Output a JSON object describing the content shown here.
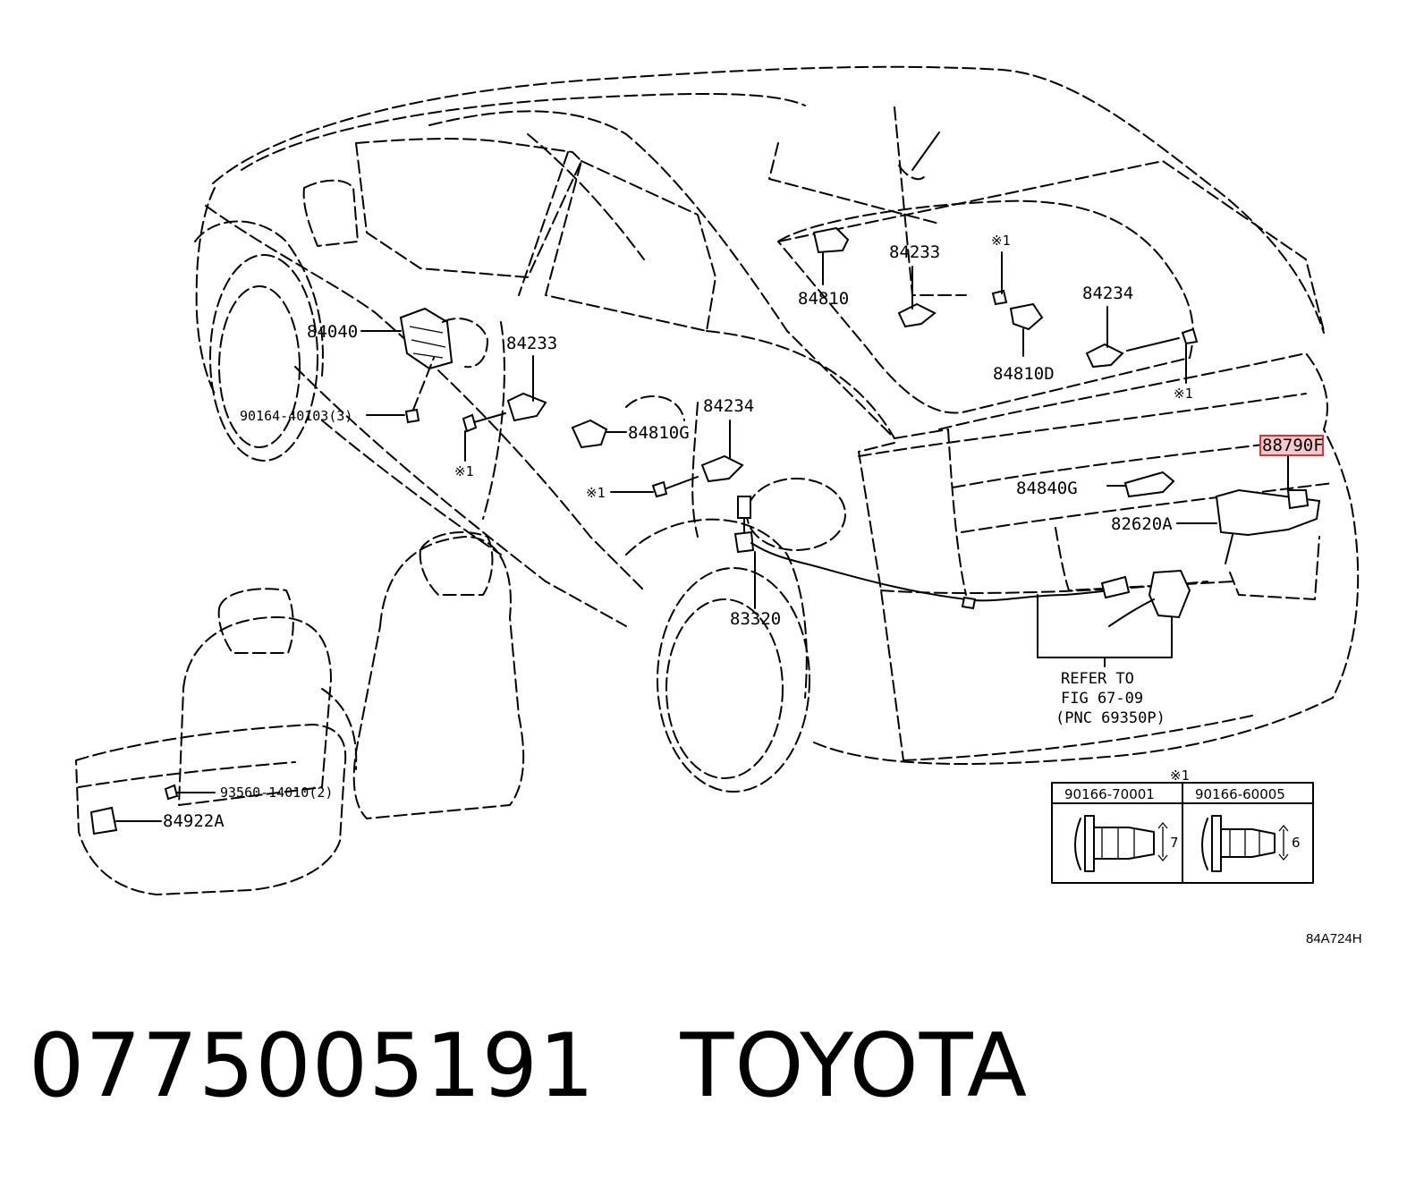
{
  "diagram": {
    "labels": {
      "p84040": "84040",
      "p90164": "90164-40103(3)",
      "p84233_left": "84233",
      "p84810g": "84810G",
      "p84234_mid": "84234",
      "ast_left_a": "※1",
      "ast_left_b": "※1",
      "p84810": "84810",
      "p84233_top": "84233",
      "ast_top": "※1",
      "p84234_top": "84234",
      "p84810d": "84810D",
      "ast_right": "※1",
      "p88790f": "88790F",
      "p84840g": "84840G",
      "p82620a": "82620A",
      "p83320": "83320",
      "refer_line1": "REFER TO",
      "refer_line2": "FIG 67-09",
      "refer_line3": "(PNC 69350P)",
      "p93560": "93560-14010(2)",
      "p84922a": "84922A"
    },
    "fastener_table": {
      "marker": "※1",
      "columns": [
        {
          "part": "90166-70001",
          "dimension": "7"
        },
        {
          "part": "90166-60005",
          "dimension": "6"
        }
      ]
    },
    "drawing_code": "84A724H",
    "highlight_color": "#e03030"
  },
  "footer": {
    "part_number": "0775005191",
    "brand": "TOYOTA"
  }
}
